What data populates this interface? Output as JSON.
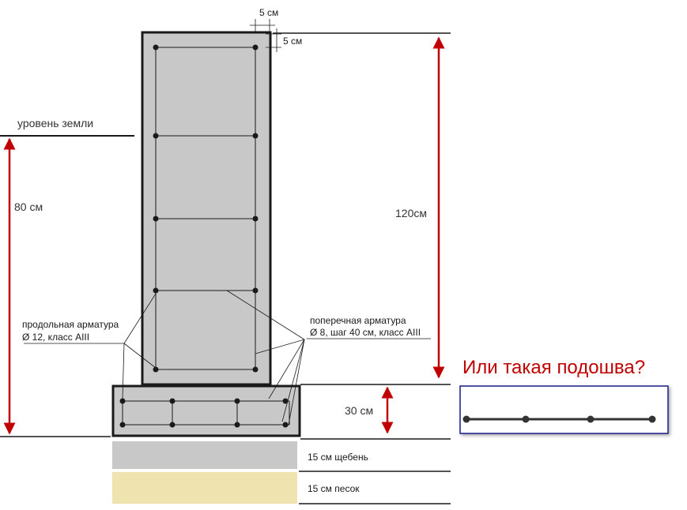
{
  "labels": {
    "ground_level": "уровень земли",
    "height_80": "80 см",
    "height_120": "120см",
    "height_30": "30 см",
    "cover_top": "5 см",
    "cover_side": "5 см",
    "rubble_layer": "15 см щебень",
    "sand_layer": "15 см песок",
    "long_rebar_line1": "продольная арматура",
    "long_rebar_line2": "Ø 12, класс AIII",
    "trans_rebar_line1": "поперечная арматура",
    "trans_rebar_line2": "Ø 8, шаг 40 см, класс AIII",
    "question": "Или такая подошва?"
  },
  "colors": {
    "concrete": "#c8c8c8",
    "rubble": "#c8c8c8",
    "sand": "#efe3b0",
    "outline": "#1a1a1a",
    "dimension_arrow": "#c00000",
    "inset_border": "#1c1c8a"
  }
}
